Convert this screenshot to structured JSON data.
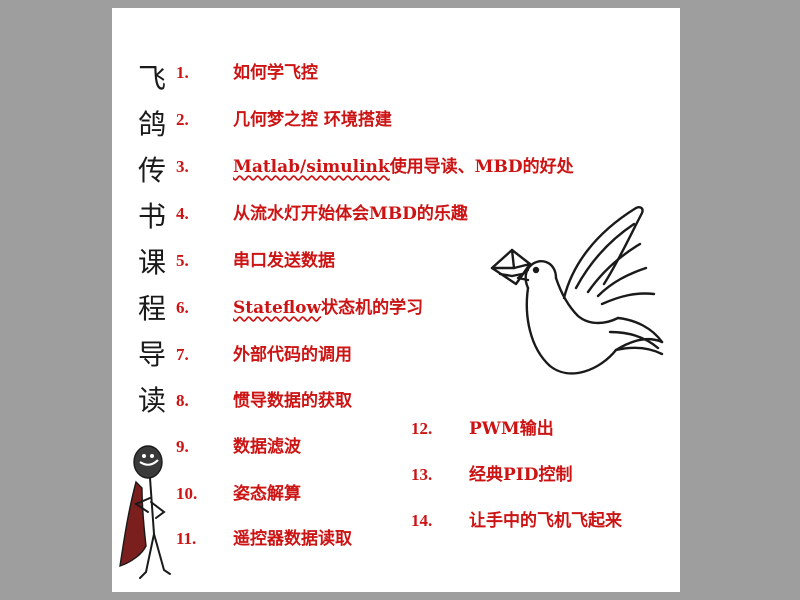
{
  "side_title": [
    "飞",
    "鸽",
    "传",
    "书",
    "课",
    "程",
    "导",
    "读"
  ],
  "items": [
    {
      "num": "1.",
      "pre": "",
      "link": "",
      "text": "如何学飞控"
    },
    {
      "num": "2.",
      "pre": "",
      "link": "",
      "text": "几何梦之控 环境搭建"
    },
    {
      "num": "3.",
      "pre": "",
      "link": "Matlab/simulink",
      "text": "使用导读、MBD的好处"
    },
    {
      "num": "4.",
      "pre": "",
      "link": "",
      "text": "从流水灯开始体会MBD的乐趣"
    },
    {
      "num": "5.",
      "pre": "",
      "link": "",
      "text": "串口发送数据"
    },
    {
      "num": "6.",
      "pre": "",
      "link": "Stateflow",
      "text": "状态机的学习"
    },
    {
      "num": "7.",
      "pre": "",
      "link": "",
      "text": "外部代码的调用"
    },
    {
      "num": "8.",
      "pre": "",
      "link": "",
      "text": "惯导数据的获取"
    },
    {
      "num": "9.",
      "pre": "",
      "link": "",
      "text": "数据滤波"
    },
    {
      "num": "10.",
      "pre": "",
      "link": "",
      "text": "姿态解算"
    },
    {
      "num": "11.",
      "pre": "",
      "link": "",
      "text": "遥控器数据读取"
    },
    {
      "num": "12.",
      "pre": "",
      "link": "",
      "text": "PWM输出"
    },
    {
      "num": "13.",
      "pre": "",
      "link": "",
      "text": "经典PID控制"
    },
    {
      "num": "14.",
      "pre": "",
      "link": "",
      "text": "让手中的飞机飞起来"
    }
  ],
  "colors": {
    "accent": "#cc1414",
    "page_bg": "#9e9e9e",
    "slide_bg": "#ffffff"
  },
  "decorations": [
    "dove-with-letter-illustration",
    "caped-stick-figure-illustration"
  ]
}
